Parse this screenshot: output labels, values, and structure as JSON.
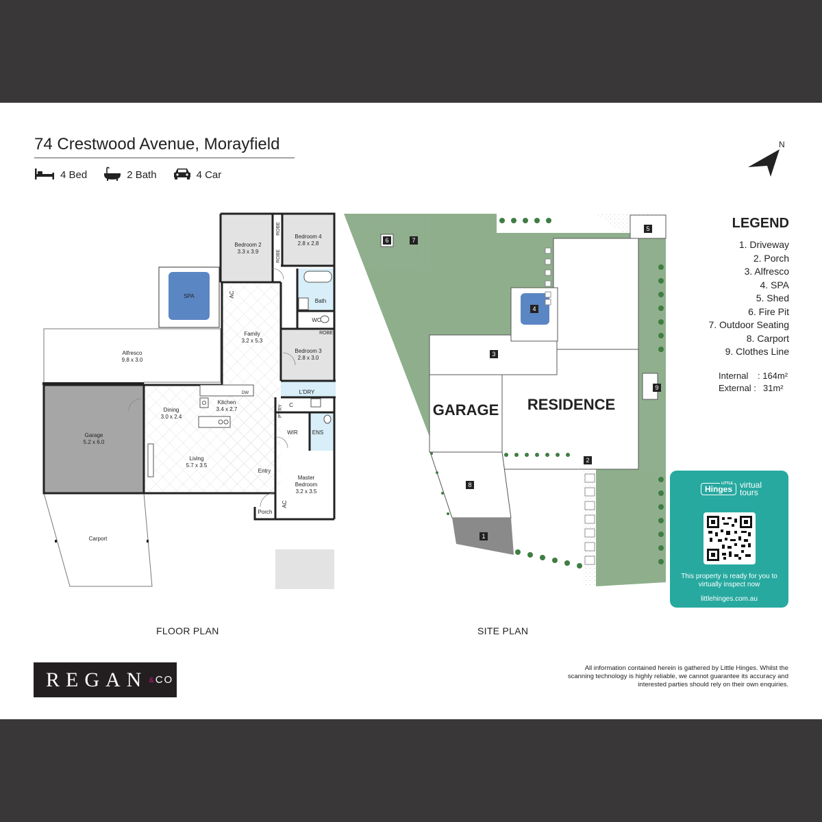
{
  "header": {
    "address": "74 Crestwood Avenue, Morayfield",
    "bed": "4 Bed",
    "bath": "2 Bath",
    "car": "4 Car",
    "north_label": "N"
  },
  "legend": {
    "title": "LEGEND",
    "items": [
      "1. Driveway",
      "2. Porch",
      "3. Alfresco",
      "4. SPA",
      "5. Shed",
      "6. Fire Pit",
      "7. Outdoor Seating",
      "8. Carport",
      "9. Clothes Line"
    ],
    "internal_label": "Internal",
    "internal_value": ": 164m²",
    "external_label": "External :",
    "external_value": "31m²"
  },
  "floor_plan": {
    "caption": "FLOOR PLAN",
    "rooms": {
      "bedroom2": [
        "Bedroom 2",
        "3.3 x 3.9"
      ],
      "bedroom4": [
        "Bedroom 4",
        "2.8 x 2.8"
      ],
      "robe1": "ROBE",
      "robe2": "ROBE",
      "robe3": "ROBE",
      "bath": "Bath",
      "wc": "WC",
      "spa": "SPA",
      "ac1": "AC",
      "ac2": "AC",
      "family": [
        "Family",
        "3.2 x 5.3"
      ],
      "bedroom3": [
        "Bedroom 3",
        "2.8 x 3.0"
      ],
      "alfresco": [
        "Alfresco",
        "9.8 x 3.0"
      ],
      "laundry": "L'DRY",
      "dw": "DW",
      "kitchen": [
        "Kitchen",
        "3.4 x 2.7"
      ],
      "dining": [
        "Dining",
        "3.0 x 2.4"
      ],
      "ptry": "P'TRY",
      "c": "C",
      "wir": "WIR",
      "ens": "ENS",
      "garage": [
        "Garage",
        "5.2 x 6.0"
      ],
      "living": [
        "Living",
        "5.7 x 3.5"
      ],
      "entry": "Entry",
      "master": [
        "Master",
        "Bedroom",
        "3.2 x 3.5"
      ],
      "porch": "Porch",
      "carport": "Carport",
      "o": "O"
    }
  },
  "site_plan": {
    "caption": "SITE PLAN",
    "garage_label": "GARAGE",
    "residence_label": "RESIDENCE",
    "markers": [
      "1",
      "2",
      "3",
      "4",
      "5",
      "6",
      "7",
      "8",
      "9"
    ]
  },
  "virtual_tour": {
    "little": "LITTLE",
    "hinges": "Hinges",
    "virtual": "virtual",
    "tours": "tours",
    "message": "This property is ready for you to virtually inspect now",
    "url": "littlehinges.com.au"
  },
  "brand": {
    "name": "REGAN",
    "amp": "&",
    "co": "CO"
  },
  "disclaimer": "All information contained herein is gathered by Little Hinges. Whilst the scanning technology is highly reliable, we cannot guarantee its accuracy and interested parties should rely on their own enquiries.",
  "colors": {
    "band": "#3a3739",
    "lawn": "#8faf8c",
    "spa_water": "#5b86c4",
    "garage_floor": "#a6a6a6",
    "wet_area": "#d8eef8",
    "accent_teal": "#27a9a0",
    "brand_magenta": "#c0177a"
  }
}
